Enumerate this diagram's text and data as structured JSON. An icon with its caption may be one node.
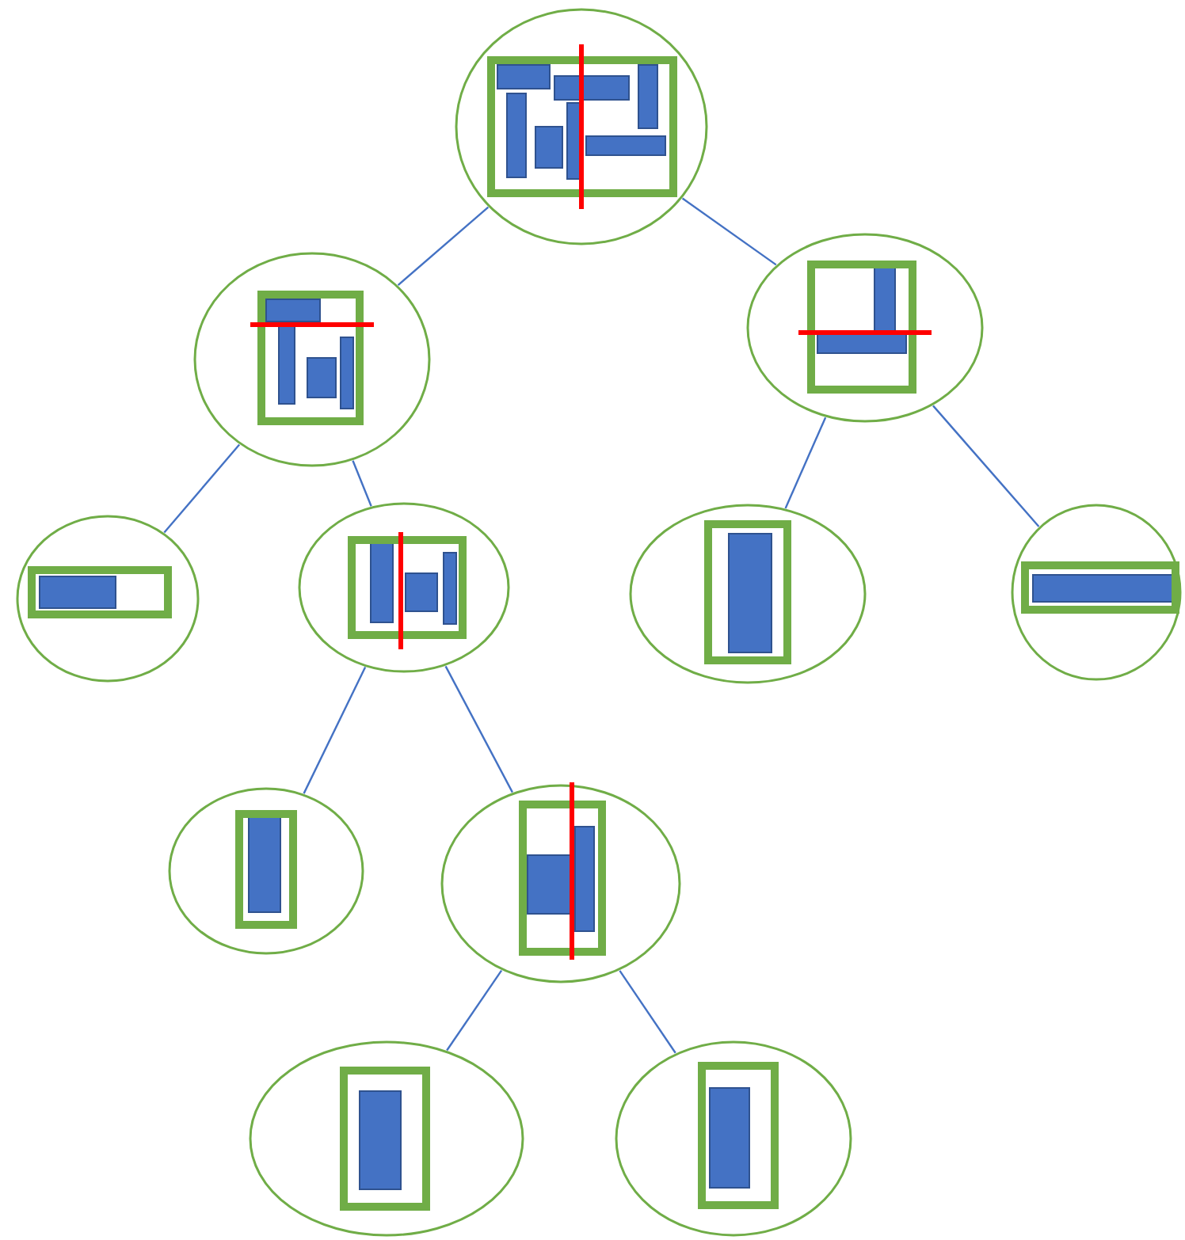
{
  "diagram": {
    "nodes": [
      {
        "text": [],
        "shape": "ellipse"
      },
      {
        "text": [],
        "shape": "ellipse"
      },
      {
        "text": [],
        "shape": "ellipse"
      },
      {
        "text": [],
        "shape": "ellipse"
      },
      {
        "text": [],
        "shape": "ellipse"
      },
      {
        "text": [],
        "shape": "ellipse"
      },
      {
        "text": [],
        "shape": "ellipse"
      },
      {
        "text": [],
        "shape": "ellipse"
      },
      {
        "text": [],
        "shape": "ellipse"
      },
      {
        "text": [],
        "shape": "ellipse"
      },
      {
        "text": [],
        "shape": "ellipse"
      }
    ],
    "edges": [
      {
        "from": 0,
        "to": 1,
        "arrow": "none"
      },
      {
        "from": 0,
        "to": 2,
        "arrow": "none"
      },
      {
        "from": 1,
        "to": 3,
        "arrow": "none"
      },
      {
        "from": 1,
        "to": 4,
        "arrow": "none"
      },
      {
        "from": 2,
        "to": 5,
        "arrow": "none"
      },
      {
        "from": 2,
        "to": 6,
        "arrow": "none"
      },
      {
        "from": 4,
        "to": 7,
        "arrow": "none"
      },
      {
        "from": 4,
        "to": 8,
        "arrow": "none"
      },
      {
        "from": 8,
        "to": 9,
        "arrow": "none"
      },
      {
        "from": 8,
        "to": 10,
        "arrow": "none"
      }
    ]
  }
}
